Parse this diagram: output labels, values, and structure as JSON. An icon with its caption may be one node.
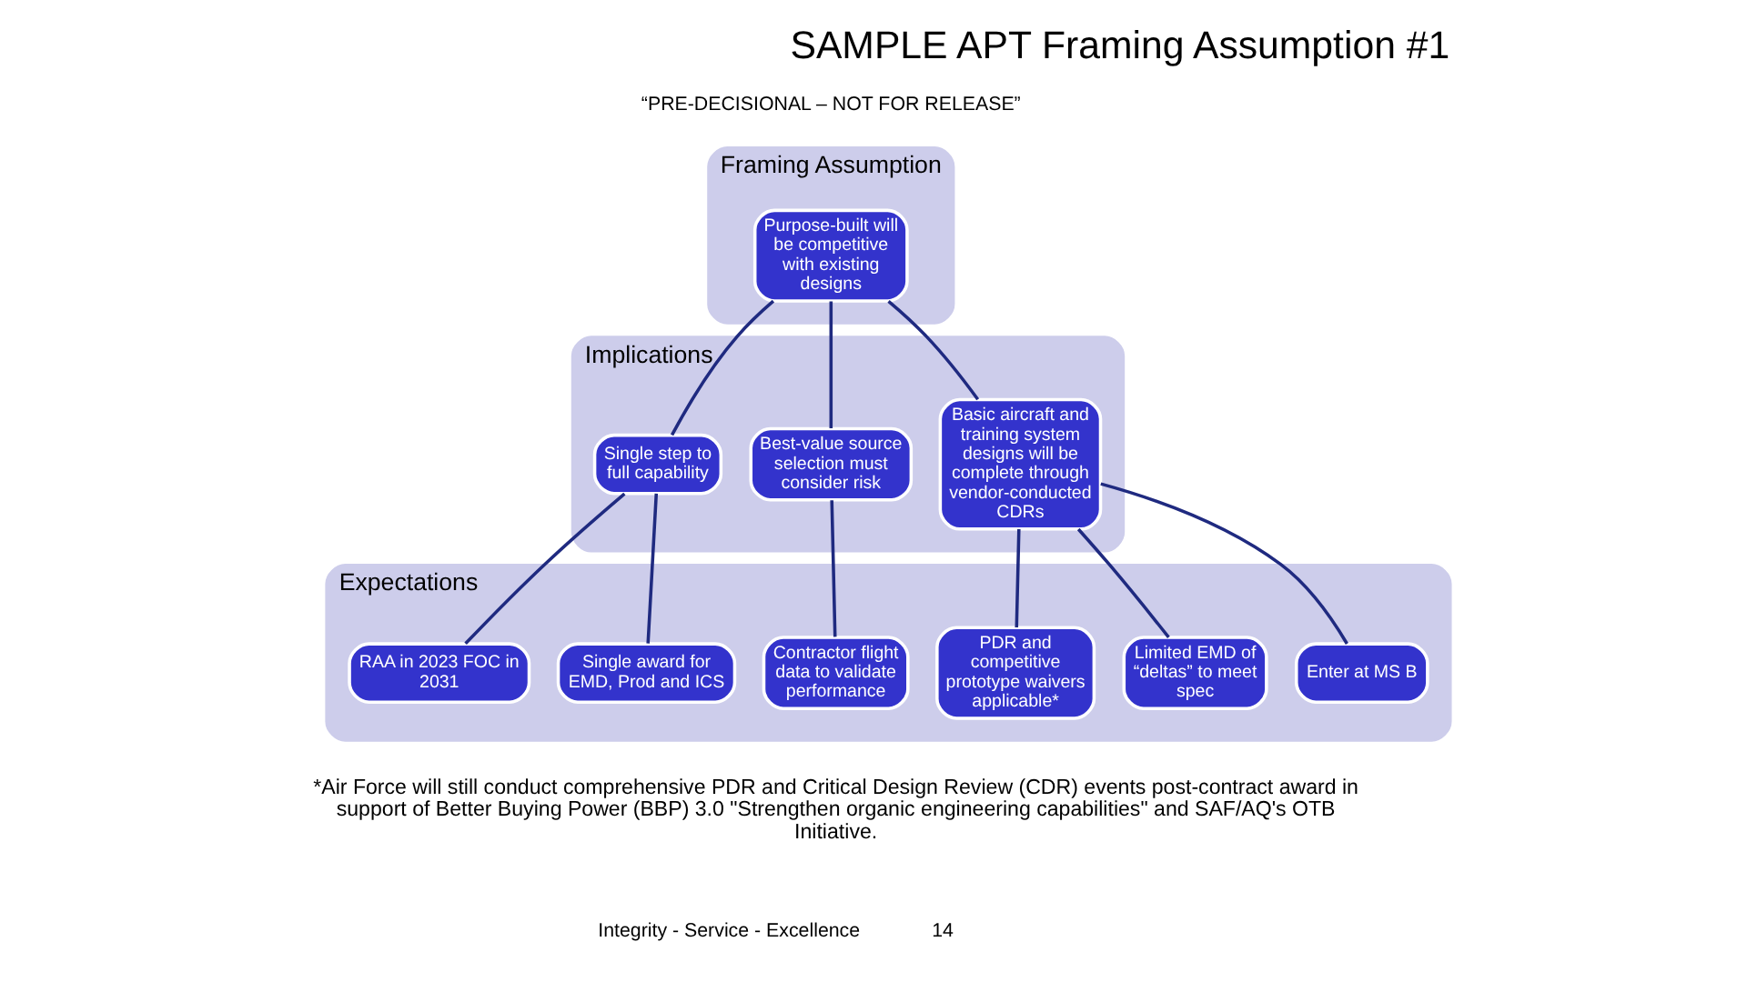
{
  "diagram": {
    "title": "SAMPLE APT Framing Assumption #1",
    "nodes": [
      {
        "text": [
          "Framing Assumption"
        ]
      },
      {
        "text": [
          "Purpose-built will be competitive with existing designs"
        ],
        "in": 0
      },
      {
        "text": [
          "Implications"
        ]
      },
      {
        "text": [
          "Basic aircraft and training system designs will be complete through vendor-conducted CDRs"
        ],
        "in": 2
      },
      {
        "text": [
          "Best-value source selection must consider risk"
        ],
        "in": 2
      },
      {
        "text": [
          "Single step to full capability"
        ],
        "in": 2
      },
      {
        "text": [
          "Expectations"
        ]
      },
      {
        "text": [
          "Enter at MS B"
        ],
        "in": 6
      },
      {
        "text": [
          "Limited EMD of “deltas” to meet spec"
        ],
        "in": 6
      },
      {
        "text": [
          "PDR and competitive prototype waivers applicable*"
        ],
        "in": 6
      },
      {
        "text": [
          "Contractor flight data to validate performance"
        ],
        "in": 6
      },
      {
        "text": [
          "Single award for EMD, Prod and ICS"
        ],
        "in": 6
      },
      {
        "text": [
          "RAA in 2023 FOC in 2031"
        ],
        "in": 6
      }
    ],
    "edges": [
      {
        "from": 1,
        "to": 3,
        "arrow": "none"
      },
      {
        "from": 1,
        "to": 4,
        "arrow": "none"
      },
      {
        "from": 1,
        "to": 5,
        "arrow": "none"
      },
      {
        "from": 3,
        "to": 7,
        "arrow": "none"
      },
      {
        "from": 3,
        "to": 8,
        "arrow": "none"
      },
      {
        "from": 3,
        "to": 9,
        "arrow": "none"
      },
      {
        "from": 4,
        "to": 10,
        "arrow": "none"
      },
      {
        "from": 5,
        "to": 11,
        "arrow": "none"
      },
      {
        "from": 5,
        "to": 12,
        "arrow": "none"
      }
    ],
    "labels": [
      "“PRE-DECISIONAL – NOT FOR RELEASE”",
      "*Air Force will still conduct comprehensive PDR and Critical Design Review (CDR) events post-contract award in support of Better Buying Power (BBP) 3.0 \"Strengthen organic engineering capabilities\" and SAF/AQ's OTB Initiative.",
      "Integrity - Service - Excellence",
      "14"
    ]
  }
}
